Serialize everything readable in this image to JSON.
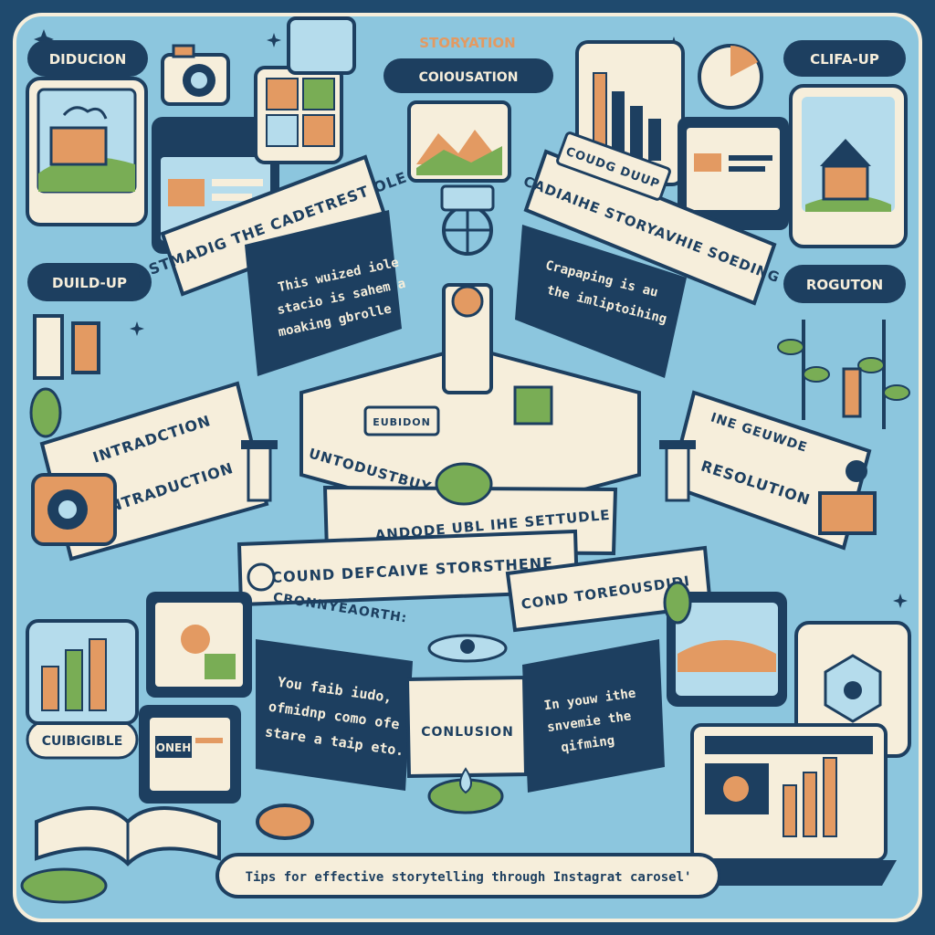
{
  "colors": {
    "frame": "#1f4a6e",
    "background": "#8cc6de",
    "ribbon": "#f6eedb",
    "navy": "#1d3f60",
    "cream": "#f6eedb",
    "orange": "#e39a62",
    "green": "#79ad55",
    "sky": "#b5dcec"
  },
  "corner_labels": {
    "top_left": "DIDUCION",
    "top_center": "STORYATION",
    "top_pill": "COIOUSATION",
    "top_right": "CLIFA-UP",
    "mid_left": "DUILD-UP",
    "mid_right": "ROGUTON",
    "bottom_left": "CUIBIGIBLE"
  },
  "ribbons": {
    "upper_left": "ASTMADIG THE CADETREST OLE",
    "upper_right": "CADIAIHE STORYAVHIE SOEDING",
    "intro_top": "INTRADCTION",
    "intro_bottom": "INTRADUCTION",
    "resolution_top": "INE GEUWDE",
    "resolution_bottom": "RESOLUTION",
    "center_small": "EUBIDON",
    "center_side": "UNTODUSTBUY",
    "center_arch": "ANDODE UBL IHE SETTUDLE",
    "lower_wide": "COUND DEFCAIVE STORSTHENE",
    "lower_left": "CBONNYEAORTH:",
    "lower_right": "COND TOREOUSDIDI",
    "conclusion": "CONLUSION",
    "upper_panel": "COUDG DUUP"
  },
  "panels": {
    "left_text": [
      "This wuized iole",
      "stacio is sahem a",
      "moaking gbrolle"
    ],
    "right_text": [
      "Crapaping is au",
      "the imliptoihing"
    ],
    "bottom_left_text": [
      "You faib iudo,",
      "ofmidnp como ofe",
      "stare a taip eto."
    ],
    "bottom_right_text": [
      "In youw ithe",
      "snvemie the",
      "qifming"
    ],
    "tv_screen": "ONEH"
  },
  "footer": "Tips for effective storytelling through Instagrat carosel'"
}
